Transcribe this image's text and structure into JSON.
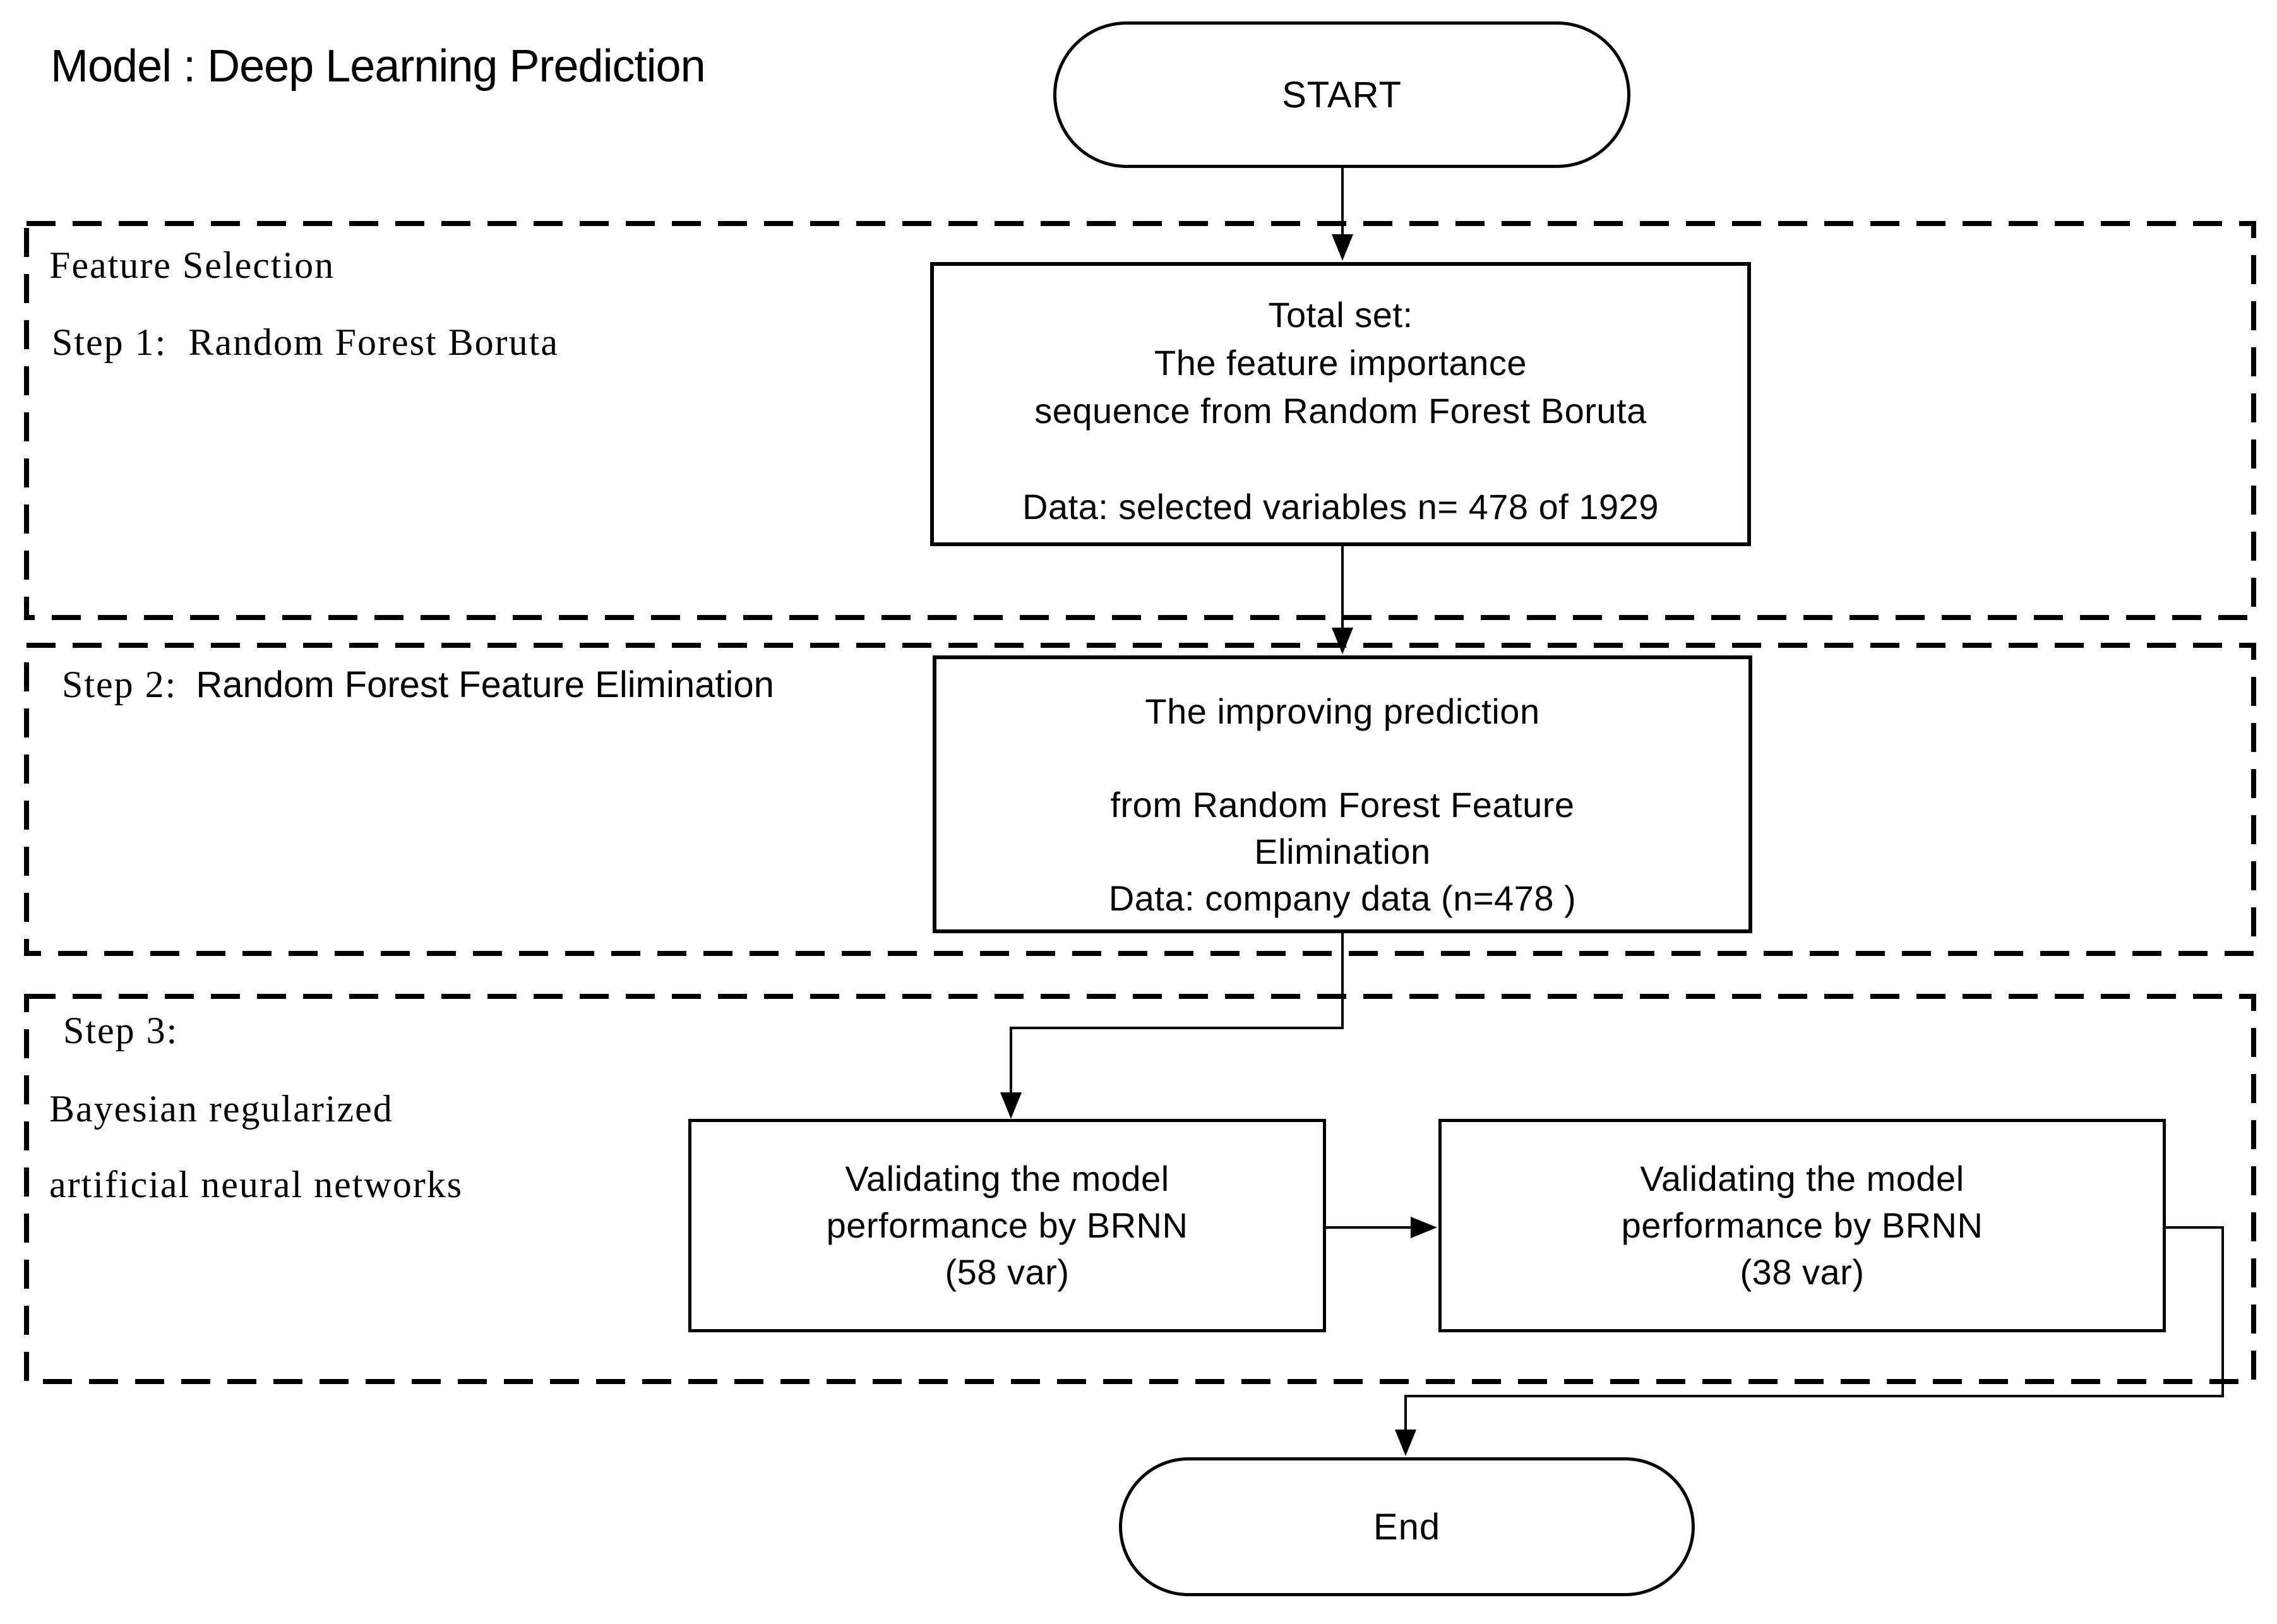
{
  "title": "Model : Deep Learning Prediction",
  "nodes": {
    "start": {
      "label": "START"
    },
    "total_set": {
      "lines": [
        "Total set:",
        "The feature importance",
        "sequence from Random Forest Boruta",
        "",
        "Data: selected variables n= 478 of 1929"
      ]
    },
    "improving": {
      "lines": [
        "The improving prediction",
        "",
        "from Random Forest Feature",
        "Elimination",
        "Data: company data (n=478 )"
      ]
    },
    "brnn_58": {
      "lines": [
        "Validating the model",
        "performance by BRNN",
        "(58 var)"
      ]
    },
    "brnn_38": {
      "lines": [
        "Validating the model",
        "performance by BRNN",
        "(38 var)"
      ]
    },
    "end": {
      "label": "End"
    }
  },
  "steps": {
    "step1": {
      "heading": "Feature Selection",
      "prefix": "Step 1:",
      "name": "Random Forest Boruta"
    },
    "step2": {
      "prefix": "Step 2:",
      "name": "Random Forest Feature Elimination"
    },
    "step3": {
      "prefix": "Step 3:",
      "line1": "Bayesian regularized",
      "line2": "artificial neural networks"
    }
  },
  "colors": {
    "ink": "#000000",
    "background": "#ffffff"
  }
}
